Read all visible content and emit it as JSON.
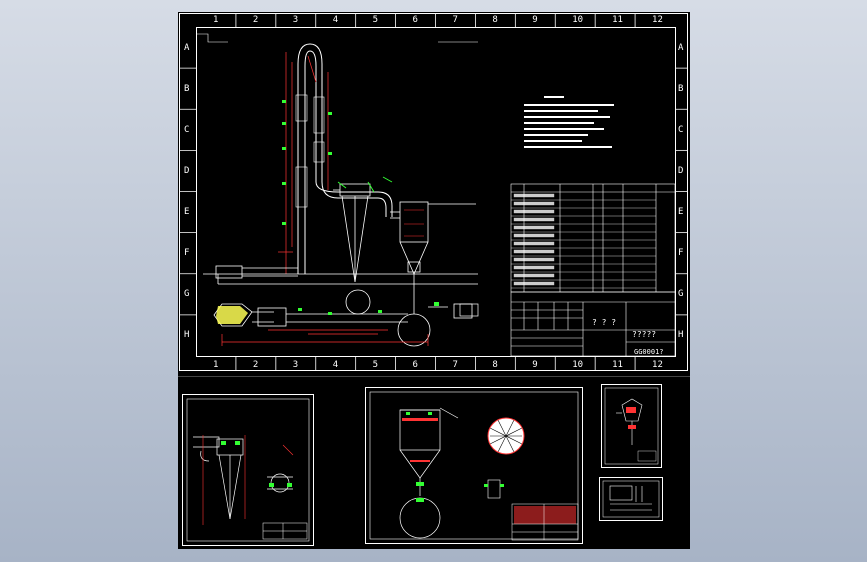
{
  "colors": {
    "background": "#000000",
    "line": "#ffffff",
    "dimension": "#ff3333",
    "leader": "#33ff33",
    "hatch": "#ffff55"
  },
  "main_sheet": {
    "column_labels": [
      "1",
      "2",
      "3",
      "4",
      "5",
      "6",
      "7",
      "8",
      "9",
      "10",
      "11",
      "12"
    ],
    "row_labels": [
      "A",
      "B",
      "C",
      "D",
      "E",
      "F",
      "G",
      "H"
    ],
    "drawing_number": "GG0001?",
    "title_block_text": "?????",
    "title_block_marks": "? ? ?"
  },
  "detail_sheets": [
    {
      "id": "cyclone-detail"
    },
    {
      "id": "dryer-detail"
    },
    {
      "id": "small-detail-1"
    },
    {
      "id": "small-detail-2"
    }
  ]
}
